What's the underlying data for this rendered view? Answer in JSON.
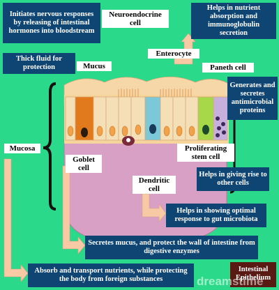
{
  "colors": {
    "background": "#2bd98a",
    "box_fill": "#0f4572",
    "arrow_fill": "#f7c9a5",
    "epithelium": "#f5d59b",
    "lamina": "#d9a0c6",
    "mucus": "#f6d7a8"
  },
  "boxes": {
    "neuroendocrine_function": "Initiates nervous responses by releasing of intestinal hormones into bloodstream",
    "enterocyte_function": "Helps in nutrient absorption and immunoglobulin secretion",
    "mucus_function": "Thick fluid for protection",
    "paneth_function": "Generates and secretes antimicrobial proteins",
    "proliferating_function": "Helps in giving rise to other cells",
    "dendritic_function": "Helps in showing optimal response to gut microbiota",
    "goblet_function": "Secretes mucus, and protect the wall of intestine from digestive enzymes",
    "mucosa_function": "Absorb and transport nutrients, while protecting the body from foreign substances"
  },
  "labels": {
    "neuroendocrine": "Neuroendocrine cell",
    "enterocyte": "Enterocyte",
    "mucus": "Mucus",
    "paneth": "Paneth cell",
    "mucosa": "Mucosa",
    "goblet": "Goblet cell",
    "proliferating": "Proliferating stem cell",
    "dendritic": "Dendritic cell"
  },
  "brand": {
    "line1": "Intestinal",
    "line2": "Epithelium"
  },
  "watermark": "dreamstime"
}
